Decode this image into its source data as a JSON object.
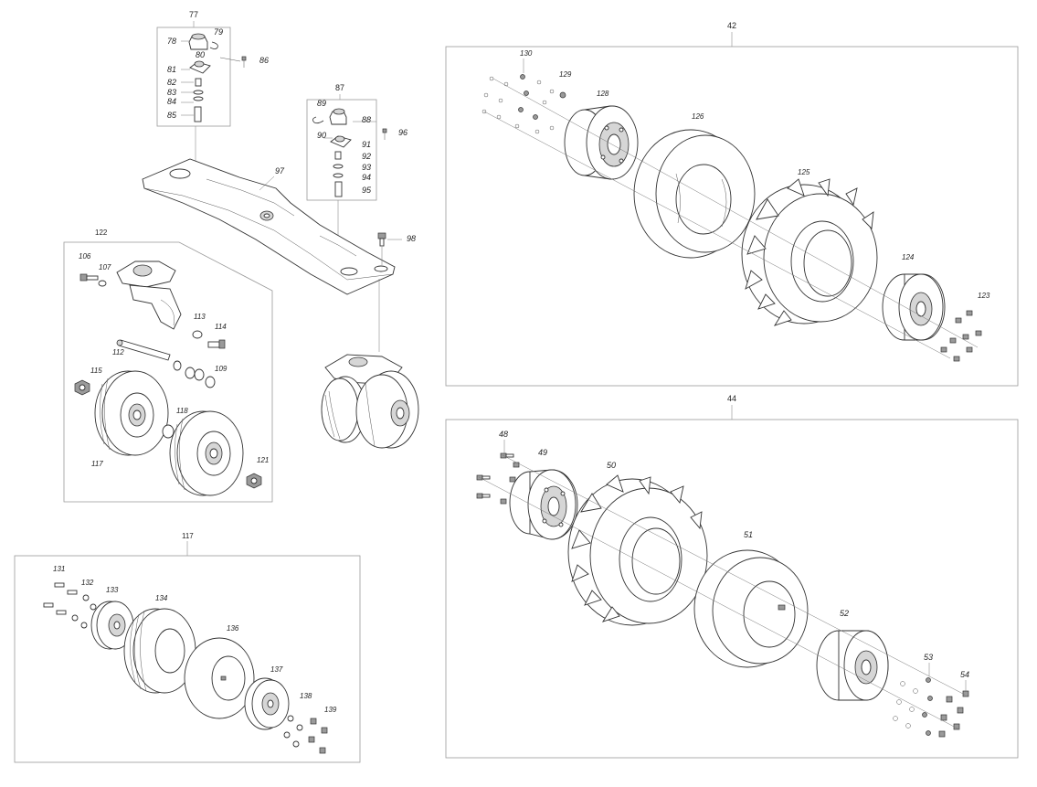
{
  "groups": {
    "g77": "77",
    "g87": "87",
    "g42": "42",
    "g44": "44",
    "g117": "117",
    "g122": "122"
  },
  "labels": {
    "l78": "78",
    "l79": "79",
    "l80": "80",
    "l81": "81",
    "l82": "82",
    "l83": "83",
    "l84": "84",
    "l85": "85",
    "l86": "86",
    "l89": "89",
    "l88": "88",
    "l90": "90",
    "l91": "91",
    "l92": "92",
    "l93": "93",
    "l94": "94",
    "l95": "95",
    "l96": "96",
    "l97": "97",
    "l98": "98",
    "l106": "106",
    "l107": "107",
    "l113": "113",
    "l114": "114",
    "l112": "112",
    "l115": "115",
    "l109": "109",
    "l118": "118",
    "l117": "117",
    "l121": "121",
    "l130": "130",
    "l129": "129",
    "l128": "128",
    "l126": "126",
    "l125": "125",
    "l124": "124",
    "l123": "123",
    "l48": "48",
    "l49": "49",
    "l50": "50",
    "l51": "51",
    "l52": "52",
    "l53": "53",
    "l54": "54",
    "l131": "131",
    "l132": "132",
    "l133": "133",
    "l134": "134",
    "l136": "136",
    "l137": "137",
    "l138": "138",
    "l139": "139"
  }
}
